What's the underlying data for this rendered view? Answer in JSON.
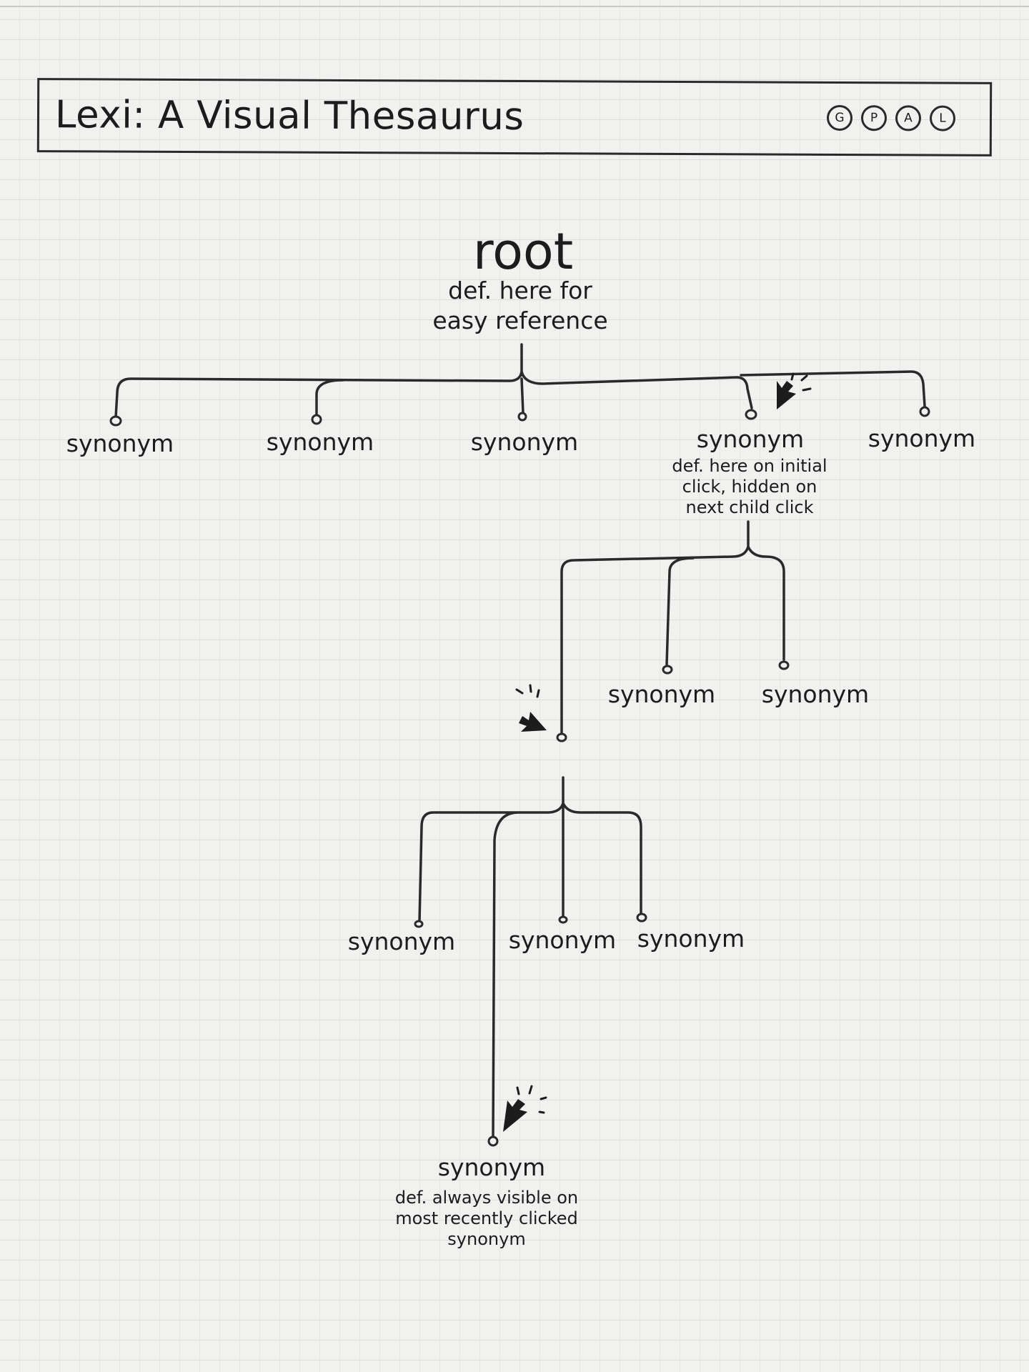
{
  "app": {
    "title": "Lexi: A Visual Thesaurus",
    "buttons": [
      "G",
      "P",
      "A",
      "L"
    ]
  },
  "root": {
    "word": "root",
    "definition": [
      "def. here for",
      "easy reference"
    ]
  },
  "level1": [
    {
      "label": "synonym"
    },
    {
      "label": "synonym"
    },
    {
      "label": "synonym"
    },
    {
      "label": "synonym",
      "definition": [
        "def. here on initial",
        "click, hidden on",
        "next child click"
      ]
    },
    {
      "label": "synonym"
    }
  ],
  "level2": [
    {
      "label": "synonym"
    },
    {
      "label": "synonym"
    }
  ],
  "level3": [
    {
      "label": "synonym"
    },
    {
      "label": "synonym"
    },
    {
      "label": "synonym"
    }
  ],
  "level4": {
    "label": "synonym",
    "definition": [
      "def. always visible on",
      "most recently clicked",
      "synonym"
    ]
  },
  "colors": {
    "ink": "#2a2a2a",
    "paper": "#f1f1f0",
    "grid": "#dcdcdb"
  }
}
